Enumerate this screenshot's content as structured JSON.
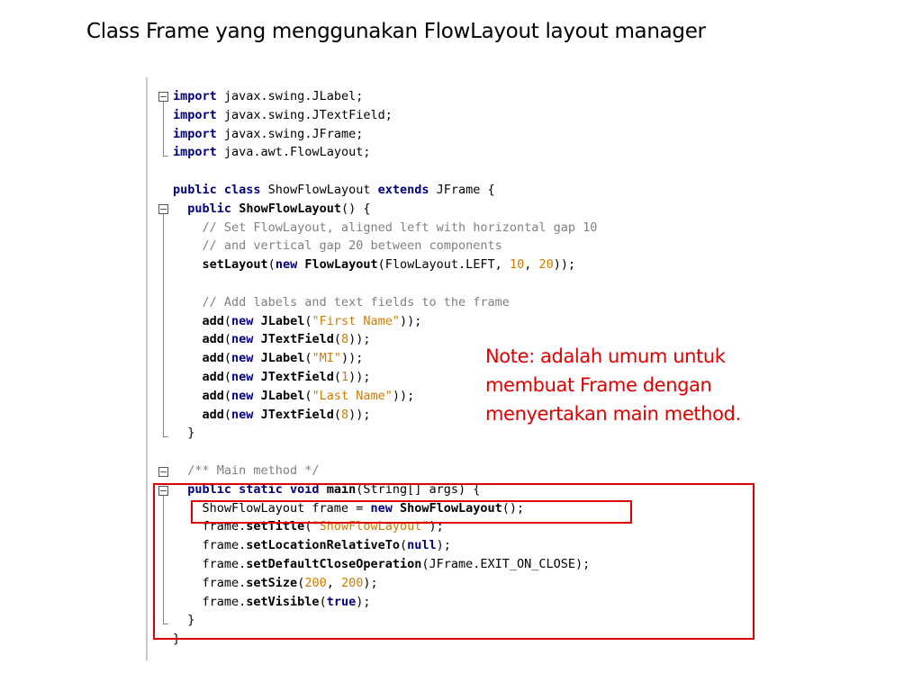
{
  "slide": {
    "title": "Class Frame yang menggunakan FlowLayout layout manager",
    "note": "Note: adalah umum untuk membuat Frame dengan menyertakan main method."
  },
  "code_lines": [
    [
      {
        "t": "import",
        "c": "kw"
      },
      {
        "t": " javax.swing.JLabel;",
        "c": ""
      }
    ],
    [
      {
        "t": "import",
        "c": "kw"
      },
      {
        "t": " javax.swing.JTextField;",
        "c": ""
      }
    ],
    [
      {
        "t": "import",
        "c": "kw"
      },
      {
        "t": " javax.swing.JFrame;",
        "c": ""
      }
    ],
    [
      {
        "t": "import",
        "c": "kw"
      },
      {
        "t": " java.awt.FlowLayout;",
        "c": ""
      }
    ],
    [],
    [
      {
        "t": "public class",
        "c": "kw"
      },
      {
        "t": " ShowFlowLayout ",
        "c": ""
      },
      {
        "t": "extends",
        "c": "kw"
      },
      {
        "t": " JFrame {",
        "c": ""
      }
    ],
    [
      {
        "t": "  ",
        "c": ""
      },
      {
        "t": "public",
        "c": "kw"
      },
      {
        "t": " ",
        "c": ""
      },
      {
        "t": "ShowFlowLayout",
        "c": "fn"
      },
      {
        "t": "() {",
        "c": ""
      }
    ],
    [
      {
        "t": "    // Set FlowLayout, aligned left with horizontal gap 10",
        "c": "cm"
      }
    ],
    [
      {
        "t": "    // and vertical gap 20 between components",
        "c": "cm"
      }
    ],
    [
      {
        "t": "    ",
        "c": ""
      },
      {
        "t": "setLayout",
        "c": "fn"
      },
      {
        "t": "(",
        "c": ""
      },
      {
        "t": "new",
        "c": "kw"
      },
      {
        "t": " ",
        "c": ""
      },
      {
        "t": "FlowLayout",
        "c": "fn"
      },
      {
        "t": "(FlowLayout.LEFT, ",
        "c": ""
      },
      {
        "t": "10",
        "c": "num"
      },
      {
        "t": ", ",
        "c": ""
      },
      {
        "t": "20",
        "c": "num"
      },
      {
        "t": "));",
        "c": ""
      }
    ],
    [],
    [
      {
        "t": "    // Add labels and text fields to the frame",
        "c": "cm"
      }
    ],
    [
      {
        "t": "    ",
        "c": ""
      },
      {
        "t": "add",
        "c": "fn"
      },
      {
        "t": "(",
        "c": ""
      },
      {
        "t": "new",
        "c": "kw"
      },
      {
        "t": " ",
        "c": ""
      },
      {
        "t": "JLabel",
        "c": "fn"
      },
      {
        "t": "(",
        "c": ""
      },
      {
        "t": "\"First Name\"",
        "c": "str"
      },
      {
        "t": "));",
        "c": ""
      }
    ],
    [
      {
        "t": "    ",
        "c": ""
      },
      {
        "t": "add",
        "c": "fn"
      },
      {
        "t": "(",
        "c": ""
      },
      {
        "t": "new",
        "c": "kw"
      },
      {
        "t": " ",
        "c": ""
      },
      {
        "t": "JTextField",
        "c": "fn"
      },
      {
        "t": "(",
        "c": ""
      },
      {
        "t": "8",
        "c": "num"
      },
      {
        "t": "));",
        "c": ""
      }
    ],
    [
      {
        "t": "    ",
        "c": ""
      },
      {
        "t": "add",
        "c": "fn"
      },
      {
        "t": "(",
        "c": ""
      },
      {
        "t": "new",
        "c": "kw"
      },
      {
        "t": " ",
        "c": ""
      },
      {
        "t": "JLabel",
        "c": "fn"
      },
      {
        "t": "(",
        "c": ""
      },
      {
        "t": "\"MI\"",
        "c": "str"
      },
      {
        "t": "));",
        "c": ""
      }
    ],
    [
      {
        "t": "    ",
        "c": ""
      },
      {
        "t": "add",
        "c": "fn"
      },
      {
        "t": "(",
        "c": ""
      },
      {
        "t": "new",
        "c": "kw"
      },
      {
        "t": " ",
        "c": ""
      },
      {
        "t": "JTextField",
        "c": "fn"
      },
      {
        "t": "(",
        "c": ""
      },
      {
        "t": "1",
        "c": "num"
      },
      {
        "t": "));",
        "c": ""
      }
    ],
    [
      {
        "t": "    ",
        "c": ""
      },
      {
        "t": "add",
        "c": "fn"
      },
      {
        "t": "(",
        "c": ""
      },
      {
        "t": "new",
        "c": "kw"
      },
      {
        "t": " ",
        "c": ""
      },
      {
        "t": "JLabel",
        "c": "fn"
      },
      {
        "t": "(",
        "c": ""
      },
      {
        "t": "\"Last Name\"",
        "c": "str"
      },
      {
        "t": "));",
        "c": ""
      }
    ],
    [
      {
        "t": "    ",
        "c": ""
      },
      {
        "t": "add",
        "c": "fn"
      },
      {
        "t": "(",
        "c": ""
      },
      {
        "t": "new",
        "c": "kw"
      },
      {
        "t": " ",
        "c": ""
      },
      {
        "t": "JTextField",
        "c": "fn"
      },
      {
        "t": "(",
        "c": ""
      },
      {
        "t": "8",
        "c": "num"
      },
      {
        "t": "));",
        "c": ""
      }
    ],
    [
      {
        "t": "  }",
        "c": ""
      }
    ],
    [],
    [
      {
        "t": "  /** Main method */",
        "c": "cm"
      }
    ],
    [
      {
        "t": "  ",
        "c": ""
      },
      {
        "t": "public static void",
        "c": "kw"
      },
      {
        "t": " ",
        "c": ""
      },
      {
        "t": "main",
        "c": "fn"
      },
      {
        "t": "(String[] args) {",
        "c": ""
      }
    ],
    [
      {
        "t": "    ShowFlowLayout frame = ",
        "c": ""
      },
      {
        "t": "new",
        "c": "kw"
      },
      {
        "t": " ",
        "c": ""
      },
      {
        "t": "ShowFlowLayout",
        "c": "fn"
      },
      {
        "t": "();",
        "c": ""
      }
    ],
    [
      {
        "t": "    frame.",
        "c": ""
      },
      {
        "t": "setTitle",
        "c": "fn"
      },
      {
        "t": "(",
        "c": ""
      },
      {
        "t": "\"ShowFlowLayout\"",
        "c": "str"
      },
      {
        "t": ");",
        "c": ""
      }
    ],
    [
      {
        "t": "    frame.",
        "c": ""
      },
      {
        "t": "setLocationRelativeTo",
        "c": "fn"
      },
      {
        "t": "(",
        "c": ""
      },
      {
        "t": "null",
        "c": "kw"
      },
      {
        "t": ");",
        "c": ""
      }
    ],
    [
      {
        "t": "    frame.",
        "c": ""
      },
      {
        "t": "setDefaultCloseOperation",
        "c": "fn"
      },
      {
        "t": "(JFrame.EXIT_ON_CLOSE);",
        "c": ""
      }
    ],
    [
      {
        "t": "    frame.",
        "c": ""
      },
      {
        "t": "setSize",
        "c": "fn"
      },
      {
        "t": "(",
        "c": ""
      },
      {
        "t": "200",
        "c": "num"
      },
      {
        "t": ", ",
        "c": ""
      },
      {
        "t": "200",
        "c": "num"
      },
      {
        "t": ");",
        "c": ""
      }
    ],
    [
      {
        "t": "    frame.",
        "c": ""
      },
      {
        "t": "setVisible",
        "c": "fn"
      },
      {
        "t": "(",
        "c": ""
      },
      {
        "t": "true",
        "c": "kw"
      },
      {
        "t": ");",
        "c": ""
      }
    ],
    [
      {
        "t": "  }",
        "c": ""
      }
    ],
    [
      {
        "t": "}",
        "c": ""
      }
    ]
  ],
  "colors": {
    "keyword": "#000080",
    "comment": "#808080",
    "literal": "#ce7b00",
    "highlight_box": "#e00000",
    "note_text": "#e00000"
  }
}
